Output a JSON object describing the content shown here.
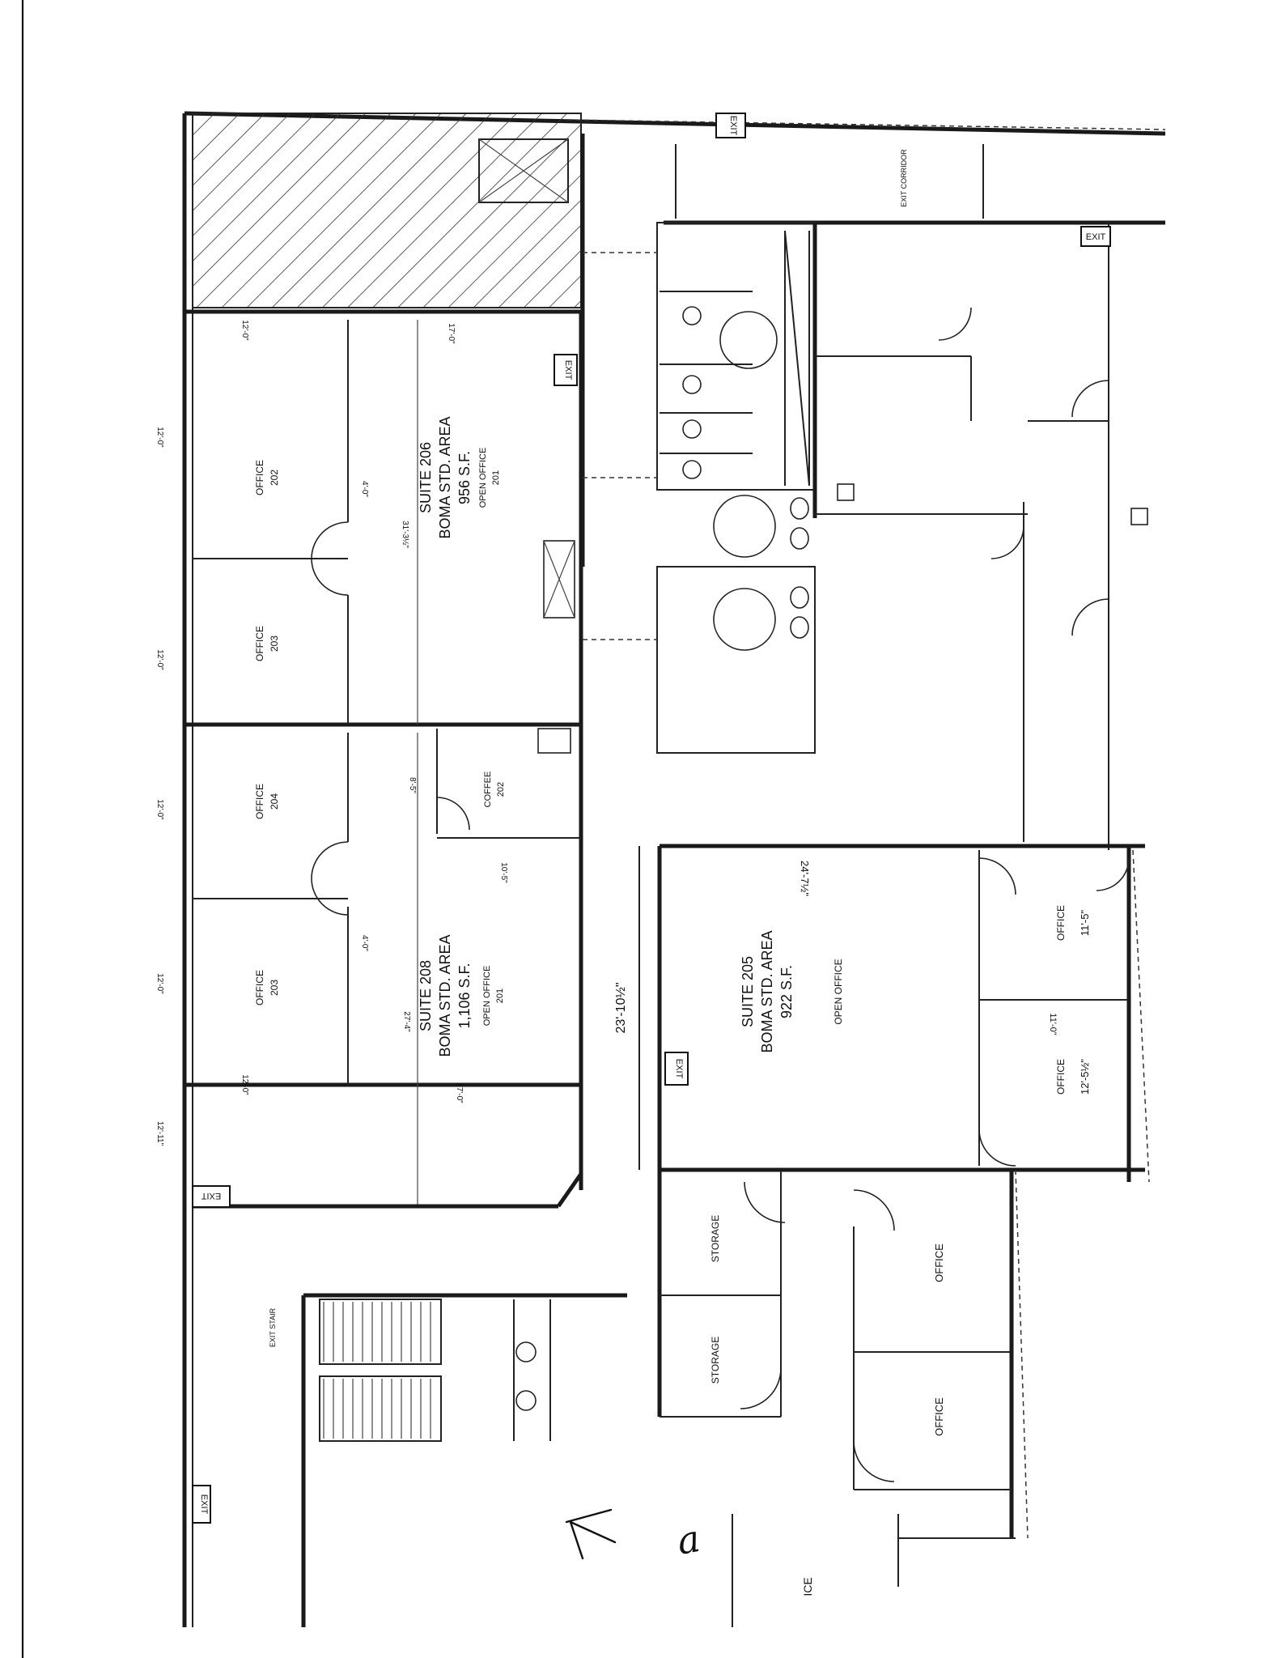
{
  "suites": [
    {
      "id": "206",
      "title": "SUITE 206",
      "area_label": "BOMA STD. AREA",
      "area": "956 S.F.",
      "room_tag": "OPEN OFFICE",
      "room_num": "201"
    },
    {
      "id": "208",
      "title": "SUITE 208",
      "area_label": "BOMA STD. AREA",
      "area": "1,106 S.F.",
      "room_tag": "OPEN OFFICE",
      "room_num": "201"
    },
    {
      "id": "205",
      "title": "SUITE 205",
      "area_label": "BOMA STD. AREA",
      "area": "922 S.F.",
      "room_tag": "OPEN OFFICE"
    }
  ],
  "rooms": {
    "office_202": {
      "label": "OFFICE",
      "num": "202"
    },
    "office_203": {
      "label": "OFFICE",
      "num": "203"
    },
    "office_204": {
      "label": "OFFICE",
      "num": "204"
    },
    "office_203b": {
      "label": "OFFICE",
      "num": "203"
    },
    "coffee": {
      "label": "COFFEE",
      "num": "202"
    },
    "storage": "STORAGE",
    "office": "OFFICE"
  },
  "dimensions": {
    "d1": "12'-0\"",
    "d2": "17'-0\"",
    "d3": "31'-3½\"",
    "d4": "4'-0\"",
    "d5": "12'-0\"",
    "d6": "12'-0\"",
    "d7": "8'-5\"",
    "d8": "10'-5\"",
    "d9": "12'-0\"",
    "d10": "27'-4\"",
    "d11": "4'-0\"",
    "d12": "12'-0\"",
    "d13": "17'-0\"",
    "d14": "12'-11\"",
    "d15": "23'-10½\"",
    "d16": "24'-7½\"",
    "d17": "11'-5\"",
    "d18": "11'-0\"",
    "d19": "12'-5½\""
  },
  "corridor_label": "EXIT CORRIDOR",
  "stair_label": "EXIT STAIR",
  "exit_sign": "EXIT",
  "partial_label": "ICE",
  "handwriting": "a"
}
